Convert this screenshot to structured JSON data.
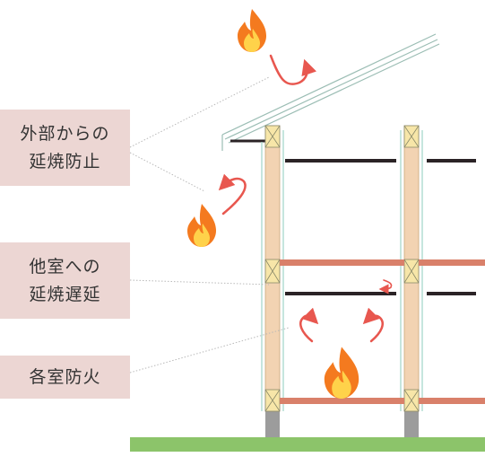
{
  "labels": {
    "outer_spread": "外部からの\n延焼防止",
    "room_spread": "他室への\n延焼遅延",
    "room_fire": "各室防火"
  },
  "colors": {
    "label_bg": "#ecd6d3",
    "beam": "#d9806a",
    "post": "#f2d3b2",
    "board": "#d4efe9",
    "slab": "#2b2326",
    "ground": "#8cc46a",
    "foundation": "#9c9c9c",
    "arrow": "#e8574f",
    "flame_outer": "#f47a1f",
    "flame_inner": "#ffd24a"
  }
}
